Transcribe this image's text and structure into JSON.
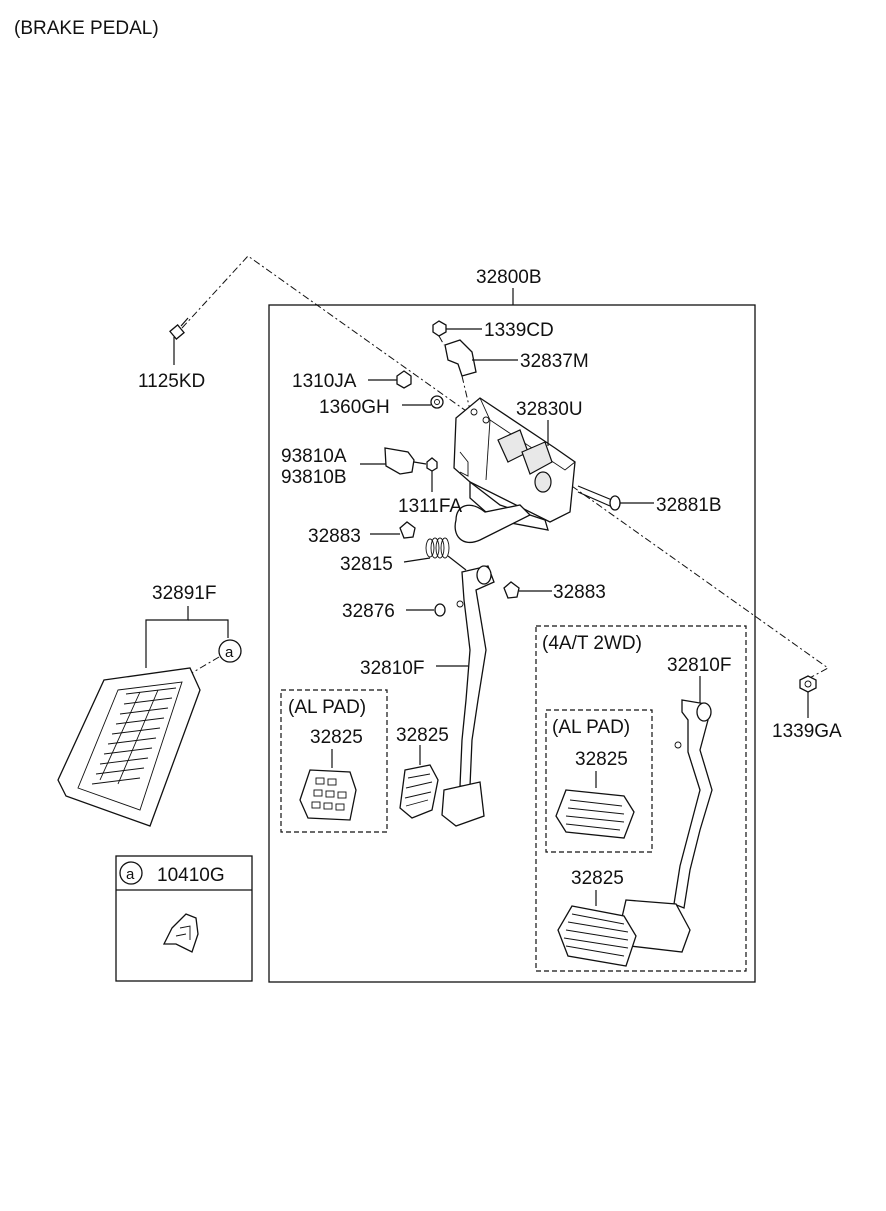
{
  "title": "(BRAKE PEDAL)",
  "labels": {
    "p32800B": "32800B",
    "p1339CD": "1339CD",
    "p32837M": "32837M",
    "p1310JA": "1310JA",
    "p1360GH": "1360GH",
    "p32830U": "32830U",
    "p93810A": "93810A",
    "p93810B": "93810B",
    "p1311FA": "1311FA",
    "p32881B": "32881B",
    "p32883a": "32883",
    "p32815": "32815",
    "p32883b": "32883",
    "p32876": "32876",
    "p32810F_a": "32810F",
    "p32810F_b": "32810F",
    "p1125KD": "1125KD",
    "p1339GA": "1339GA",
    "p32891F": "32891F",
    "p10410G": "10410G",
    "p32825_alpad": "32825",
    "p32825_std": "32825",
    "p32825_at_alpad": "32825",
    "p32825_at": "32825",
    "ref_a_1": "a",
    "ref_a_2": "a"
  },
  "groups": {
    "al_pad_1": "(AL PAD)",
    "al_pad_2": "(AL PAD)",
    "at_2wd": "(4A/T 2WD)"
  }
}
